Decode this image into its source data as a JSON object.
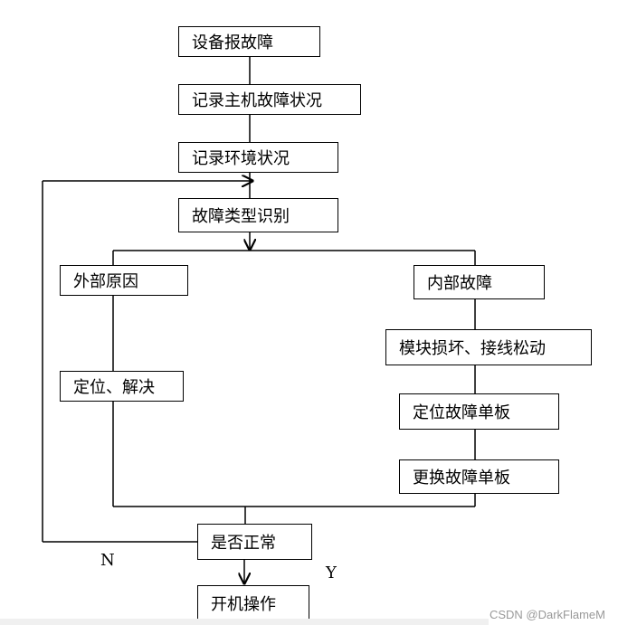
{
  "nodes": {
    "device_fault": "设备报故障",
    "record_host_fault": "记录主机故障状况",
    "record_env": "记录环境状况",
    "fault_type": "故障类型识别",
    "external_cause": "外部原因",
    "internal_fault": "内部故障",
    "locate_solve": "定位、解决",
    "module_damage": "模块损坏、接线松动",
    "locate_board": "定位故障单板",
    "replace_board": "更换故障单板",
    "is_normal": "是否正常",
    "power_on": "开机操作"
  },
  "edge_labels": {
    "no": "N",
    "yes": "Y"
  },
  "watermark": "CSDN @DarkFlameM"
}
